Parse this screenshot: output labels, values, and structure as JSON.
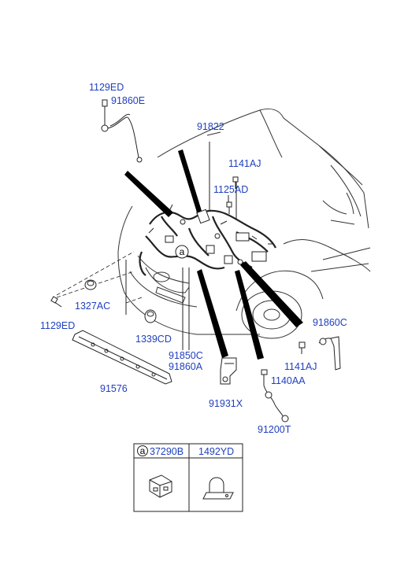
{
  "labels": {
    "p1129ed_top": "1129ED",
    "p91860e": "91860E",
    "p91822": "91822",
    "p1141aj_top": "1141AJ",
    "p1125ad": "1125AD",
    "p1327ac": "1327AC",
    "p1129ed_left": "1129ED",
    "p1339cd": "1339CD",
    "p91860c": "91860C",
    "p1141aj_right": "1141AJ",
    "p91850c": "91850C",
    "p91860a": "91860A",
    "p1140aa": "1140AA",
    "p91576": "91576",
    "p91931x": "91931X",
    "p91200t": "91200T"
  },
  "callout_letter": "a",
  "parts_table": {
    "col1_letter": "a",
    "col1_part": "37290B",
    "col2_part": "1492YD"
  },
  "colors": {
    "label": "#1f3fbf",
    "line": "#222222"
  }
}
